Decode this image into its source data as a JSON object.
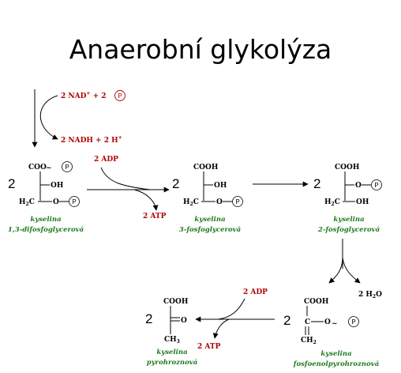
{
  "title": "Anaerobní glykolýza",
  "step1": {
    "in": "2 NAD",
    "in_sup": "+",
    "in_plus": " + 2",
    "p": "P",
    "out": "2 NADH + 2 H",
    "out_sup": "+"
  },
  "m1": {
    "coeff": "2",
    "r1": "COO",
    "tilde": "~",
    "p": "P",
    "r2": "OH",
    "h2c": "H",
    "h2c_sub": "2",
    "h2c_tail": "C",
    "o": "O",
    "p2": "P",
    "name1": "kyselina",
    "name2": "1,3-difosfoglycerová"
  },
  "step2": {
    "adp": "2 ADP",
    "atp": "2 ATP"
  },
  "m2": {
    "coeff": "2",
    "r1": "COOH",
    "r2": "OH",
    "h2c": "H",
    "h2c_sub": "2",
    "h2c_tail": "C",
    "o": "O",
    "p": "P",
    "name1": "kyselina",
    "name2": "3-fosfoglycerová"
  },
  "m3": {
    "coeff": "2",
    "r1": "COOH",
    "o": "O",
    "p": "P",
    "h2c": "H",
    "h2c_sub": "2",
    "h2c_tail": "C",
    "oh": "OH",
    "name1": "kyselina",
    "name2": "2-fosfoglycerová"
  },
  "step4": {
    "h2o_a": "2 H",
    "h2o_sub": "2",
    "h2o_b": "O"
  },
  "m4": {
    "coeff": "2",
    "r1": "COOH",
    "c": "C",
    "o": "O",
    "tilde": "~",
    "p": "P",
    "ch2": "CH",
    "ch2_sub": "2",
    "name1": "kyselina",
    "name2": "fosfoenolpyrohroznová"
  },
  "step5": {
    "adp": "2 ADP",
    "atp": "2 ATP"
  },
  "m5": {
    "coeff": "2",
    "r1": "COOH",
    "o": "O",
    "ch3": "CH",
    "ch3_sub": "3",
    "name1": "kyselina",
    "name2": "pyrohroznová"
  }
}
